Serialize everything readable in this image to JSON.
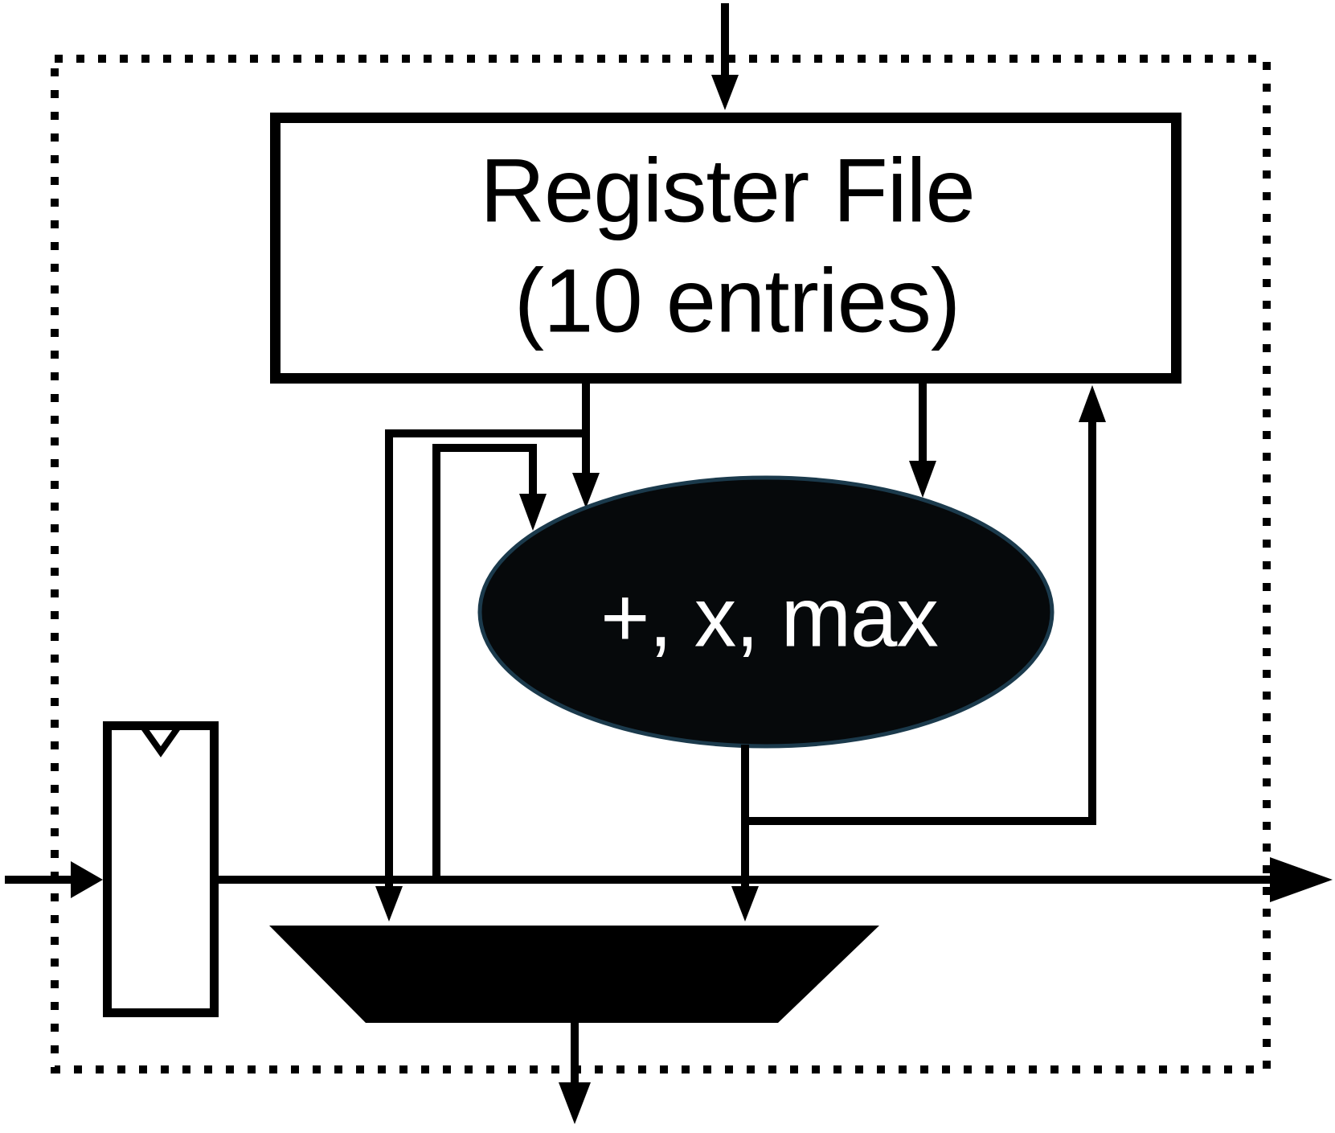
{
  "register_file": {
    "line1": "Register File",
    "line2": "(10 entries)"
  },
  "alu": {
    "label": "+, x, max"
  },
  "colors": {
    "ink": "#000000",
    "background": "#ffffff",
    "alu_fill": "#06090b",
    "alu_stroke": "#1b3a4c",
    "alu_text": "#ffffff"
  }
}
